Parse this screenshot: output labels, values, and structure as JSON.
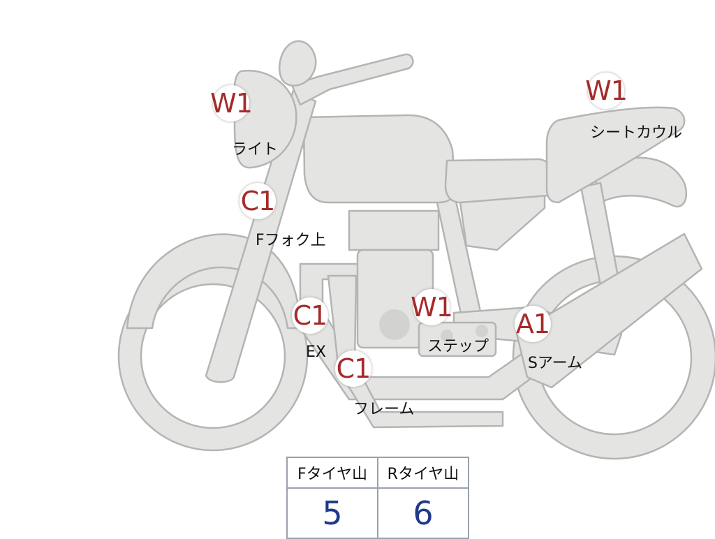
{
  "markers": [
    {
      "code": "W1",
      "label": "ライト"
    },
    {
      "code": "C1",
      "label": "Fフォク上"
    },
    {
      "code": "C1",
      "label": "EX"
    },
    {
      "code": "C1",
      "label": "フレーム"
    },
    {
      "code": "W1",
      "label": "ステップ"
    },
    {
      "code": "A1",
      "label": "Sアーム"
    },
    {
      "code": "W1",
      "label": "シートカウル"
    }
  ],
  "tire_table": {
    "headers": [
      "Fタイヤ山",
      "Rタイヤ山"
    ],
    "values": [
      "5",
      "6"
    ]
  },
  "colors": {
    "body_fill": "#e4e4e2",
    "outline": "#b4b4b4",
    "marker_text": "#a52a2a",
    "table_value": "#1f3a8a"
  }
}
